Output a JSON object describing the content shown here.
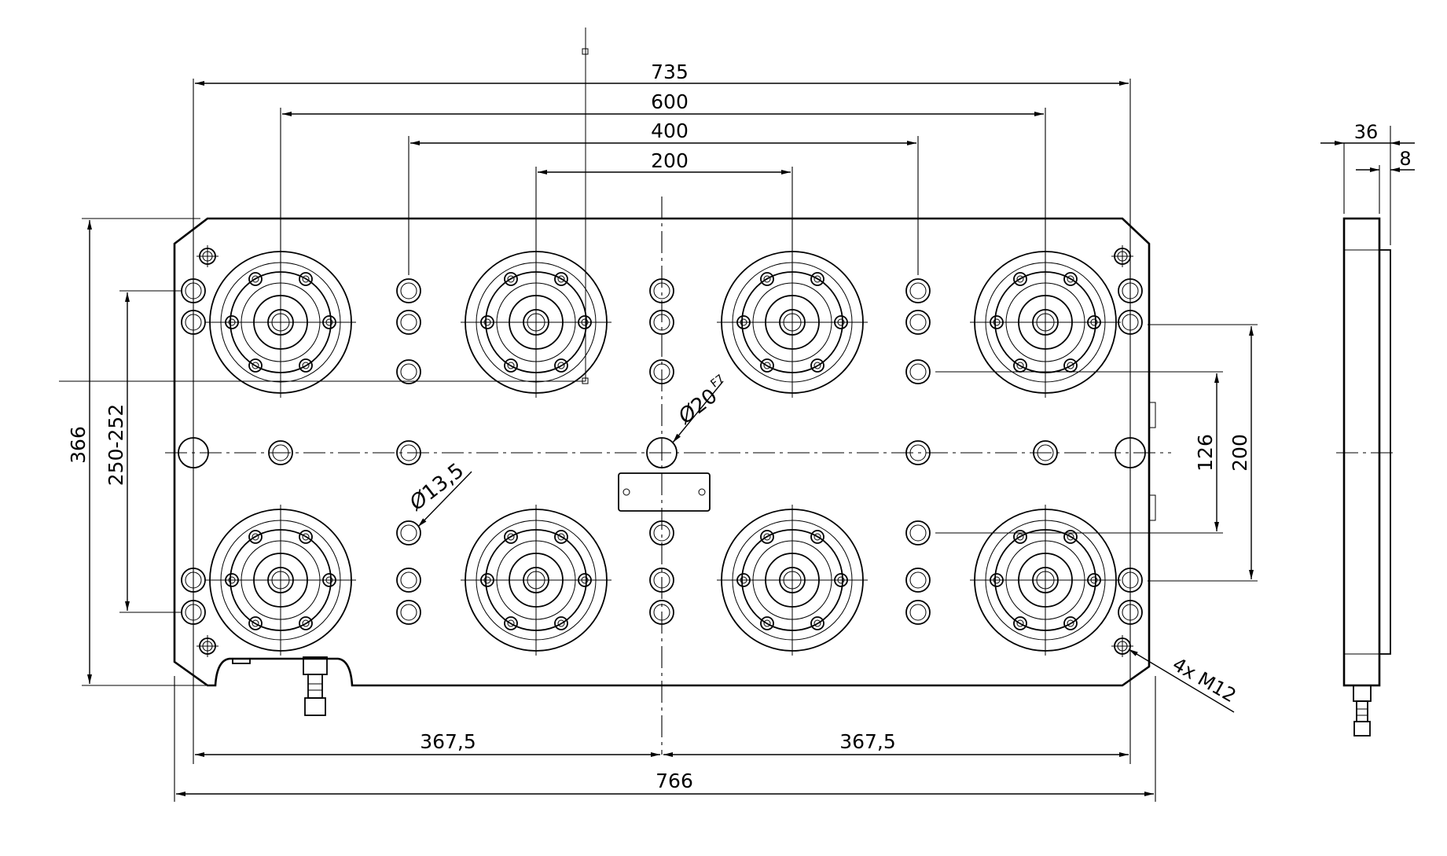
{
  "drawing": {
    "background_color": "#ffffff",
    "line_color": "#000000",
    "dimensions": {
      "overall_length_outer": "766",
      "overall_length_inner": "735",
      "receiver_spacing_outer": "600",
      "receiver_spacing_mid": "400",
      "receiver_spacing_inner": "200",
      "half_length_left": "367,5",
      "half_length_right": "367,5",
      "overall_height": "366",
      "pin_spacing_range": "250-252",
      "row_spacing_200": "200",
      "row_spacing_126": "126",
      "side_thickness": "36",
      "side_step": "8"
    },
    "callouts": {
      "center_bore_symbol": "Ø",
      "center_bore": "20",
      "center_bore_tolerance": "F7",
      "hole_diameter_symbol": "Ø",
      "hole_diameter": "13,5",
      "thread_spec": "4x M12"
    }
  }
}
